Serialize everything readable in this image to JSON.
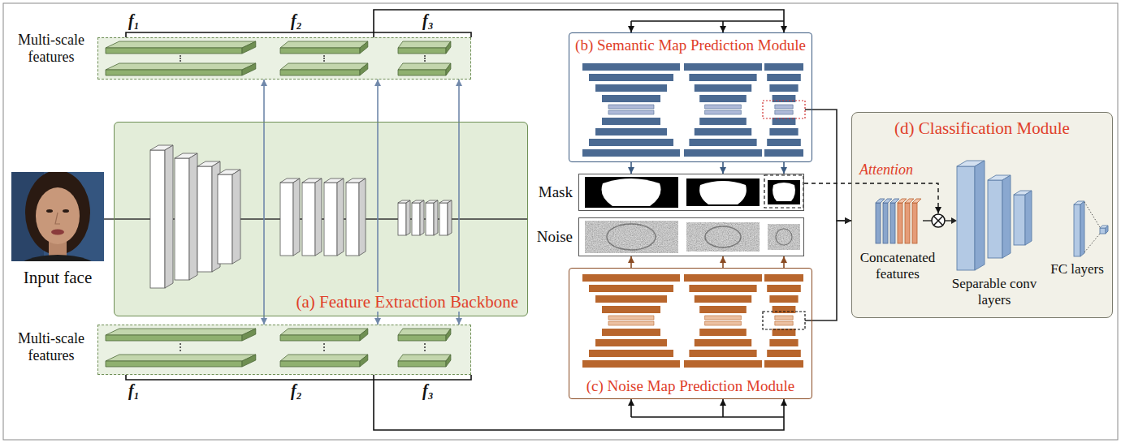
{
  "diagram": {
    "nodes": [
      {
        "text": [
          "(a) Feature Extraction Backbone"
        ]
      },
      {
        "text": [
          "Multi-scale features"
        ]
      },
      {
        "text": [
          "Multi-scale features"
        ]
      },
      {
        "text": [
          "(b) Semantic Map Prediction Module"
        ]
      },
      {
        "text": [
          "Mask"
        ]
      },
      {
        "text": [
          "Noise"
        ]
      },
      {
        "text": [
          "(c) Noise Map Prediction Module"
        ]
      },
      {
        "text": [
          "(d) Classification Module"
        ]
      }
    ],
    "edges": [
      {
        "from": 1,
        "to": 2,
        "arrow": "both"
      },
      {
        "from": 1,
        "to": 3,
        "arrow": "to"
      },
      {
        "from": 2,
        "to": 6,
        "arrow": "to"
      },
      {
        "from": 3,
        "to": 4,
        "arrow": "to"
      },
      {
        "from": 6,
        "to": 5,
        "arrow": "to"
      },
      {
        "from": 3,
        "to": 7,
        "arrow": "to"
      },
      {
        "from": 6,
        "to": 7,
        "arrow": "to"
      },
      {
        "from": 4,
        "to": 7,
        "arrow": "to"
      }
    ],
    "labels": [
      "f₁",
      "f₂",
      "f₃",
      "f₁",
      "f₂",
      "f₃",
      "Input face",
      "Attention",
      "Concatenated features",
      "Separable conv layers",
      "FC layers"
    ]
  }
}
